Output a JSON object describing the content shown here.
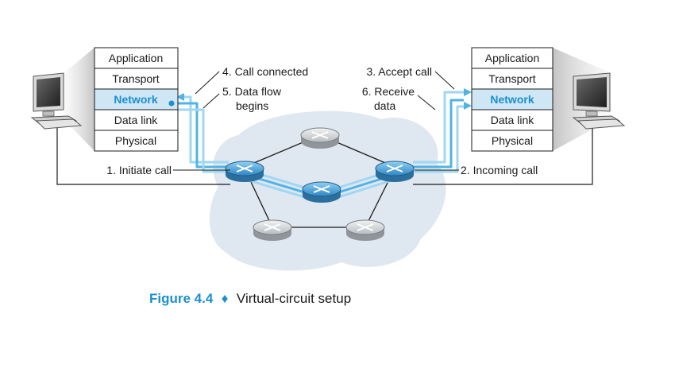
{
  "left_stack": {
    "layers": [
      "Application",
      "Transport",
      "Network",
      "Data link",
      "Physical"
    ],
    "highlighted": "Network"
  },
  "right_stack": {
    "layers": [
      "Application",
      "Transport",
      "Network",
      "Data link",
      "Physical"
    ],
    "highlighted": "Network"
  },
  "steps": {
    "s1": "1. Initiate call",
    "s2": "2. Incoming call",
    "s3": "3. Accept call",
    "s4": "4. Call connected",
    "s5_line1": "5. Data flow",
    "s5_line2": "begins",
    "s6_line1": "6. Receive",
    "s6_line2": "data"
  },
  "caption": {
    "figure_label": "Figure 4.4",
    "separator": "♦",
    "text": "Virtual-circuit setup"
  },
  "colors": {
    "accent": "#1b8fd0",
    "highlight_fill": "#cfe6f5",
    "cloud": "#dfe7f0",
    "router_blue": "#3b8fc6",
    "router_gray": "#bfc4c9",
    "flow": "#4fb3e6"
  }
}
